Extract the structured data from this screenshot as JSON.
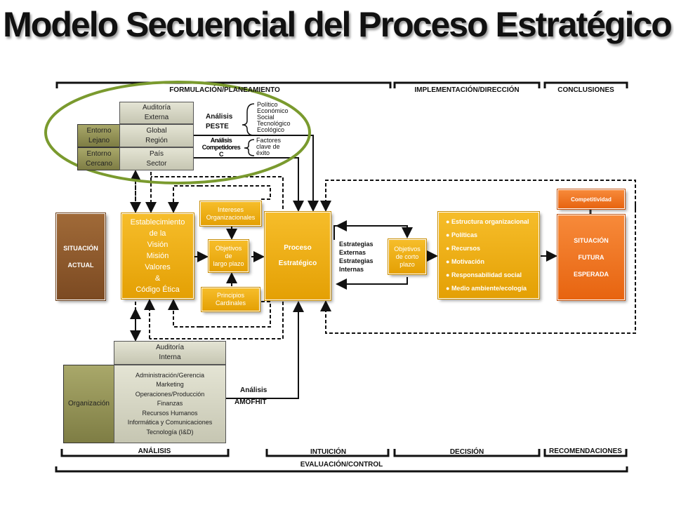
{
  "title": "Modelo Secuencial del Proceso Estratégico",
  "phases_top": {
    "formulacion": "FORMULACIÓN/PLANEAMIENTO",
    "implementacion": "IMPLEMENTACIÓN/DIRECCIÓN",
    "conclusiones": "CONCLUSIONES"
  },
  "phases_bottom": {
    "analisis": "ANÁLISIS",
    "intuicion": "INTUICIÓN",
    "decision": "DECISIÓN",
    "recomendaciones": "RECOMENDACIONES",
    "evaluacion": "EVALUACIÓN/CONTROL"
  },
  "external": {
    "auditoria": [
      "Auditoría",
      "Externa"
    ],
    "entorno_lejano": [
      "Entorno",
      "Lejano"
    ],
    "entorno_cercano": [
      "Entorno",
      "Cercano"
    ],
    "global_region": [
      "Global",
      "Región"
    ],
    "pais_sector": [
      "País",
      "Sector"
    ]
  },
  "analisis_peste": [
    "Análisis",
    "PESTE"
  ],
  "peste_items": [
    "Político",
    "Económico",
    "Social",
    "Tecnológico",
    "Ecológico"
  ],
  "analisis_competidores": [
    "Análisis",
    "Competidores",
    "C"
  ],
  "competidores_items": [
    "Factores",
    "clave de",
    "éxito"
  ],
  "situacion_actual": [
    "SITUACIÓN",
    "ACTUAL"
  ],
  "establecimiento": [
    "Establecimiento",
    "de la",
    "Visión",
    "Misión",
    "Valores",
    "&",
    "Código Ética"
  ],
  "intereses": [
    "Intereses",
    "Organizacionales"
  ],
  "objetivos_largo": [
    "Objetivos",
    "de",
    "largo plazo"
  ],
  "principios": [
    "Principios",
    "Cardinales"
  ],
  "proceso": [
    "Proceso",
    "Estratégico"
  ],
  "estrategias": [
    "Estrategias",
    "Externas",
    "Estrategias",
    "Internas"
  ],
  "objetivos_corto": [
    "Objetivos",
    "de corto",
    "plazo"
  ],
  "implementacion_items": [
    "Estructura organizacional",
    "Políticas",
    "Recursos",
    "Motivación",
    "Responsabilidad social",
    "Medio ambiente/ecología"
  ],
  "competitividad": "Competitividad",
  "situacion_futura": [
    "SITUACIÓN",
    "FUTURA",
    "ESPERADA"
  ],
  "internal": {
    "auditoria": [
      "Auditoría",
      "Interna"
    ],
    "organizacion": "Organización",
    "areas": [
      "Administración/Gerencia",
      "Marketing",
      "Operaciones/Producción",
      "Finanzas",
      "Recursos Humanos",
      "Informática y Comunicaciones",
      "Tecnología (I&D)"
    ]
  },
  "analisis_amofhit": [
    "Análisis",
    "AMOFHIT"
  ],
  "colors": {
    "yellow": "#f0b21a",
    "brown": "#8c5a2e",
    "orange": "#f47a20",
    "green_ellipse": "#7a9a2e",
    "olive": "#8f8e53"
  }
}
